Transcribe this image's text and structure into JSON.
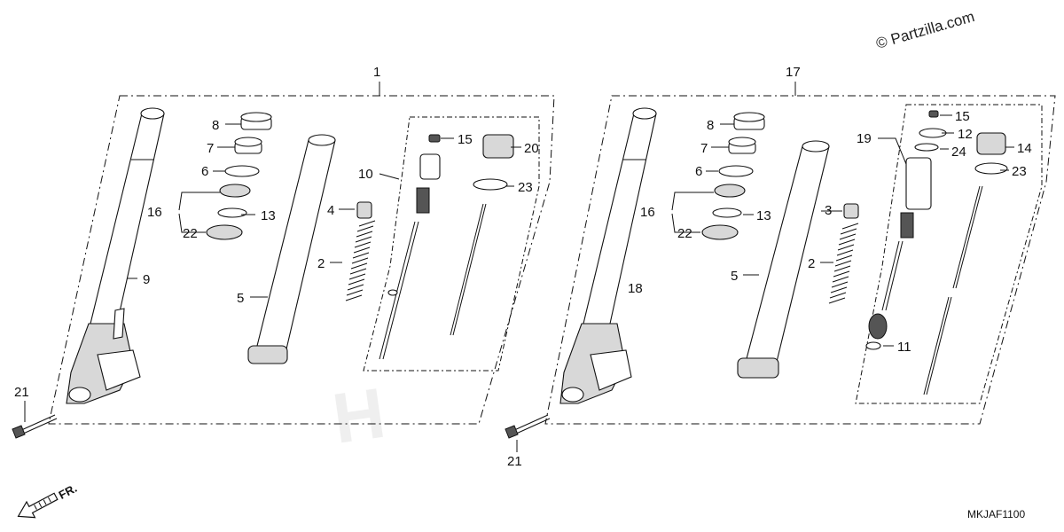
{
  "watermark": "© Partzilla.com",
  "diagram_code": "MKJAF1100",
  "direction_label": "FR.",
  "assemblies": [
    {
      "label": "1"
    },
    {
      "label": "17"
    }
  ],
  "callouts": {
    "left": {
      "c1": "8",
      "c2": "7",
      "c3": "6",
      "c4": "16",
      "c5": "13",
      "c6": "22",
      "c7": "9",
      "c8": "5",
      "c9": "4",
      "c10": "2",
      "c11": "10",
      "c12": "15",
      "c13": "20",
      "c14": "23",
      "c15": "21"
    },
    "right": {
      "c1": "8",
      "c2": "7",
      "c3": "6",
      "c4": "16",
      "c5": "13",
      "c6": "22",
      "c7": "18",
      "c8": "5",
      "c9": "3",
      "c10": "2",
      "c11": "19",
      "c12": "15",
      "c13": "12",
      "c14": "24",
      "c15": "14",
      "c16": "23",
      "c17": "11",
      "c18": "21"
    }
  }
}
